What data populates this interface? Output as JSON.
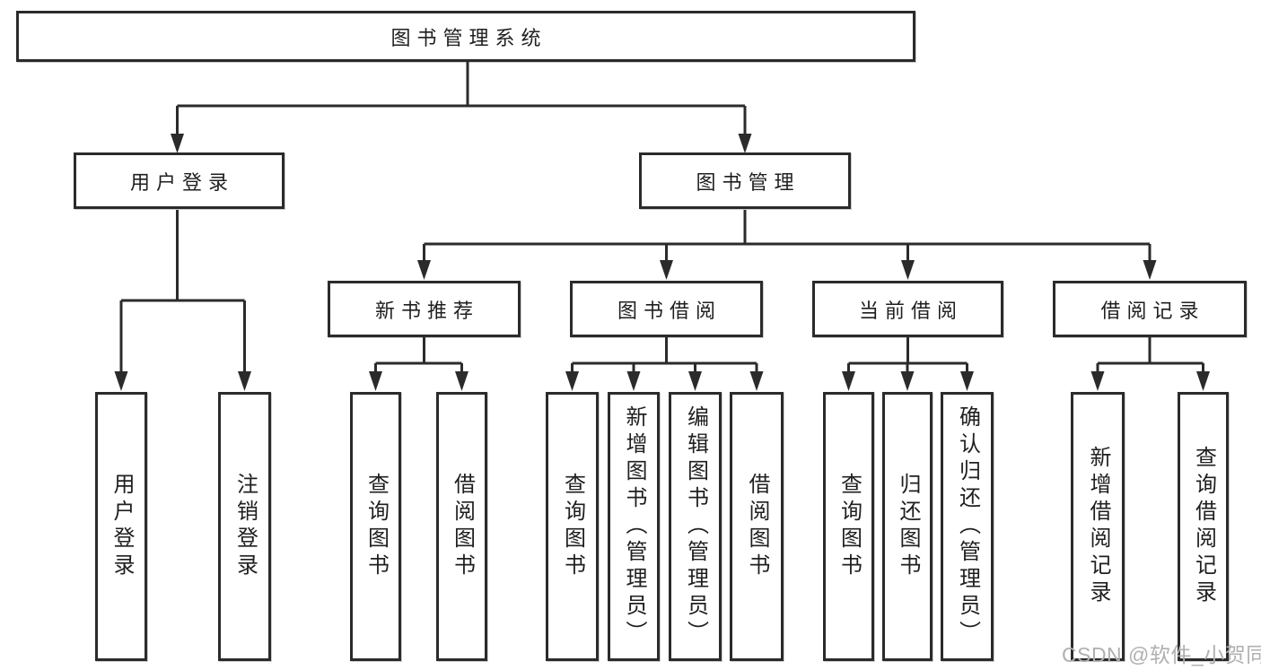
{
  "diagram": {
    "root": {
      "label": "图书管理系统"
    },
    "level2": [
      {
        "label": "用户登录"
      },
      {
        "label": "图书管理"
      }
    ],
    "level3": [
      {
        "label": "新书推荐"
      },
      {
        "label": "图书借阅"
      },
      {
        "label": "当前借阅"
      },
      {
        "label": "借阅记录"
      }
    ],
    "leaves": [
      {
        "label": "用户登录"
      },
      {
        "label": "注销登录"
      },
      {
        "label": "查询图书"
      },
      {
        "label": "借阅图书"
      },
      {
        "label": "查询图书"
      },
      {
        "label": "新增图书（管理员）"
      },
      {
        "label": "编辑图书（管理员）"
      },
      {
        "label": "借阅图书"
      },
      {
        "label": "查询图书"
      },
      {
        "label": "归还图书"
      },
      {
        "label": "确认归还（管理员）"
      },
      {
        "label": "新增借阅记录"
      },
      {
        "label": "查询借阅记录"
      }
    ]
  },
  "watermark": {
    "text": "CSDN @软件_小贺同学"
  },
  "colors": {
    "line": "#2b2b2b",
    "box_border": "#2b2b2b",
    "text": "#1f1f1f",
    "watermark": "#b0b0b0",
    "background": "#ffffff"
  }
}
